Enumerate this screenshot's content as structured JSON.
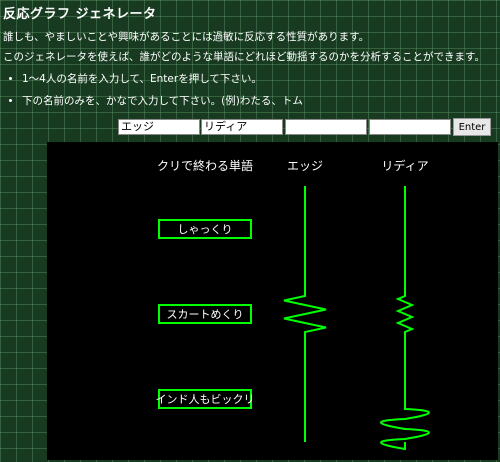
{
  "title": "反応グラフ ジェネレータ",
  "description_lines": [
    "誰しも、やましいことや興味があることには過敏に反応する性質があります。",
    "このジェネレータを使えば、誰がどのような単語にどれほど動揺するのかを分析することができます。"
  ],
  "instructions": [
    "1〜4人の名前を入力して、Enterを押して下さい。",
    "下の名前のみを、かなで入力して下さい。(例)わたる、トム"
  ],
  "inputs": [
    {
      "value": "エッジ"
    },
    {
      "value": "リディア"
    },
    {
      "value": ""
    },
    {
      "value": ""
    }
  ],
  "enter_label": "Enter",
  "colors": {
    "line": "#00ff00",
    "panel": "#000000",
    "text": "#ffffff"
  },
  "chart_data": {
    "type": "reaction-graph",
    "word_header": "クリで終わる単語",
    "people": [
      "エッジ",
      "リディア"
    ],
    "words": [
      "しゃっくり",
      "スカートめくり",
      "インド人もビックリ"
    ],
    "reactions": [
      {
        "person": "エッジ",
        "levels": [
          0,
          3,
          0
        ]
      },
      {
        "person": "リディア",
        "levels": [
          0,
          1,
          5
        ]
      }
    ]
  }
}
